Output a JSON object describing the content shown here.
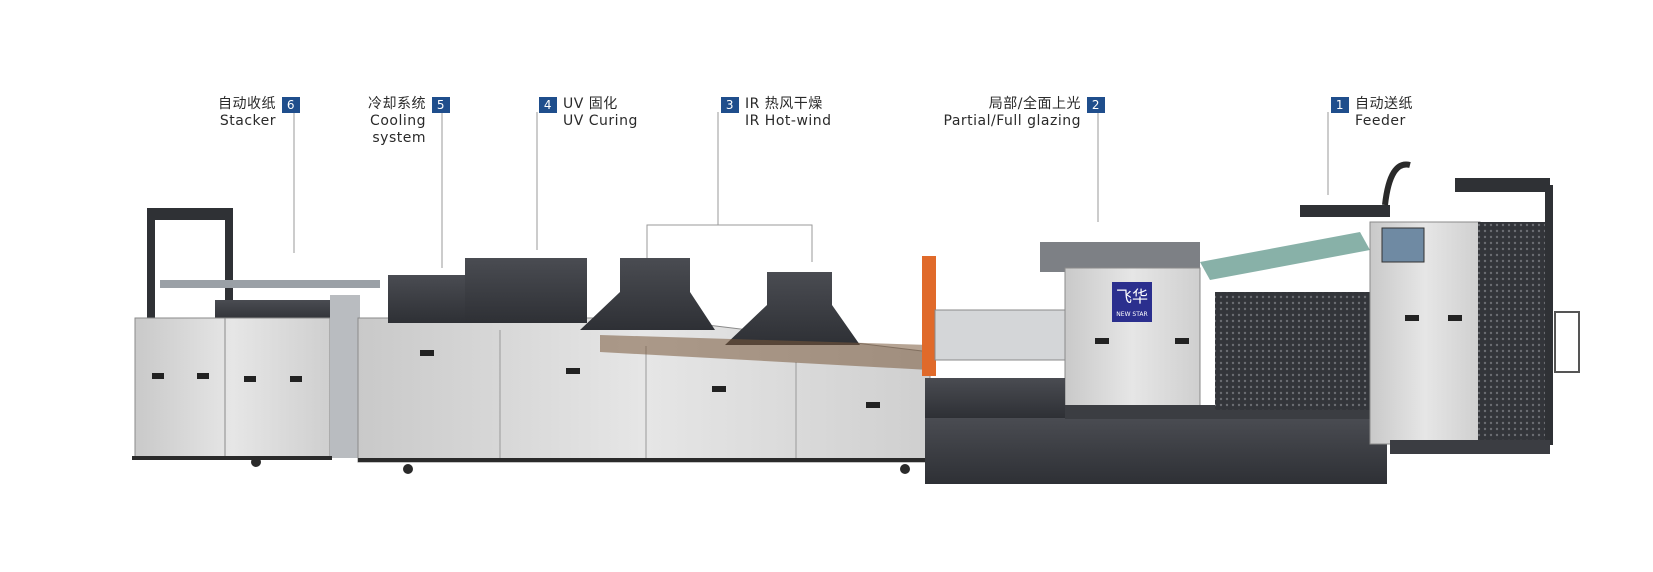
{
  "callouts": [
    {
      "num": "1",
      "cn": "自动送纸",
      "en": [
        "Feeder"
      ]
    },
    {
      "num": "2",
      "cn": "局部/全面上光",
      "en": [
        "Partial/Full glazing"
      ]
    },
    {
      "num": "3",
      "cn": "IR 热风干燥",
      "en": [
        "IR Hot-wind"
      ]
    },
    {
      "num": "4",
      "cn": "UV 固化",
      "en": [
        "UV Curing"
      ]
    },
    {
      "num": "5",
      "cn": "冷却系统",
      "en": [
        "Cooling",
        "system"
      ]
    },
    {
      "num": "6",
      "cn": "自动收纸",
      "en": [
        "Stacker"
      ]
    }
  ],
  "logo": {
    "cn": "飞华",
    "en": "NEW STAR"
  },
  "colors": {
    "badge": "#1f4e8c",
    "panel": "#d8d8d8",
    "dark": "#3b3d42",
    "accent": "#e06a2a"
  }
}
